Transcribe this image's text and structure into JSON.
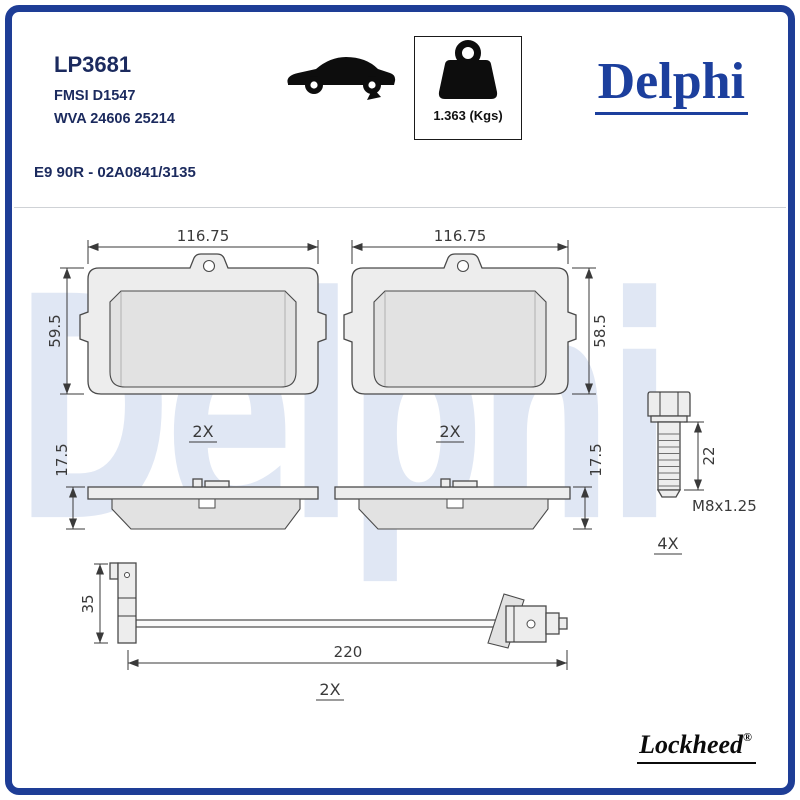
{
  "header": {
    "part_number": "LP3681",
    "fmsi_code": "FMSI D1547",
    "wva_code": "WVA 24606 25214",
    "weight_value": "1.363 (Kgs)",
    "brand_logo": "Delphi",
    "approval_code": "E9 90R - 02A0841/3135"
  },
  "drawing": {
    "watermark": "Delphi",
    "pad_left": {
      "width": "116.75",
      "height": "59.5",
      "quantity": "2X"
    },
    "pad_right": {
      "width": "116.75",
      "height": "58.5",
      "quantity": "2X"
    },
    "profile_left": {
      "thickness": "17.5"
    },
    "profile_right": {
      "thickness": "17.5"
    },
    "bolt": {
      "length": "22",
      "thread": "M8x1.25",
      "quantity": "4X"
    },
    "wear_sensor": {
      "height": "35",
      "length": "220",
      "quantity": "2X"
    }
  },
  "footer": {
    "brand_logo": "Lockheed",
    "registered_mark": "®"
  },
  "colors": {
    "frame_blue": "#1e3d96",
    "delphi_blue": "#1c3f9d",
    "watermark_blue": "#e0e7f4",
    "drawing_line": "#3a3a3a"
  }
}
